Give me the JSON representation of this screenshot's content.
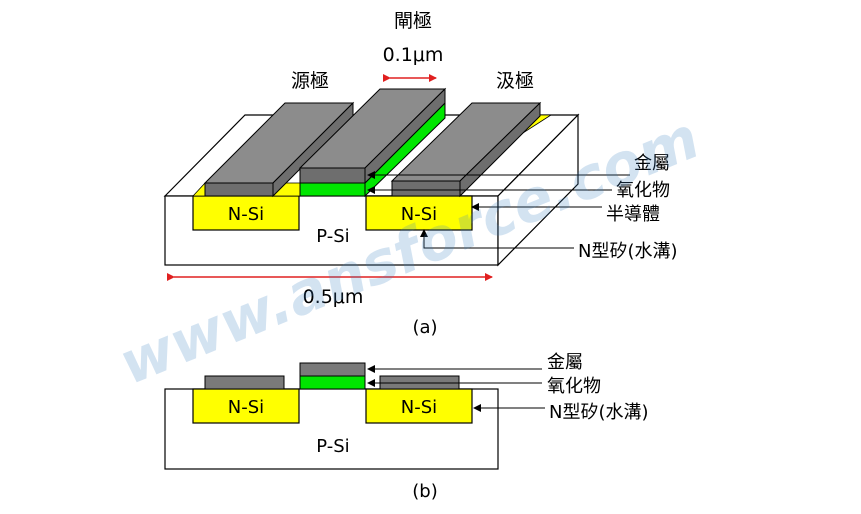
{
  "figure_a": {
    "gate_label": "閘極",
    "gate_length": "0.1μm",
    "source_label": "源極",
    "drain_label": "汲極",
    "metal_label": "金屬",
    "oxide_label": "氧化物",
    "semiconductor_label": "半導體",
    "channel_label": "N型矽(水溝)",
    "source_region": "N-Si",
    "drain_region": "N-Si",
    "substrate": "P-Si",
    "width": "0.5μm",
    "caption": "(a)"
  },
  "figure_b": {
    "metal_label": "金屬",
    "oxide_label": "氧化物",
    "channel_label": "N型矽(水溝)",
    "source_region": "N-Si",
    "drain_region": "N-Si",
    "substrate": "P-Si",
    "caption": "(b)"
  },
  "watermark": "www.ansforce.com",
  "colors": {
    "metal_top": "#8c8c8c",
    "metal_front": "#6e6e6e",
    "oxide": "#00e600",
    "n_si": "#ffff00",
    "arrow": "#e02020",
    "outline": "#000000"
  }
}
